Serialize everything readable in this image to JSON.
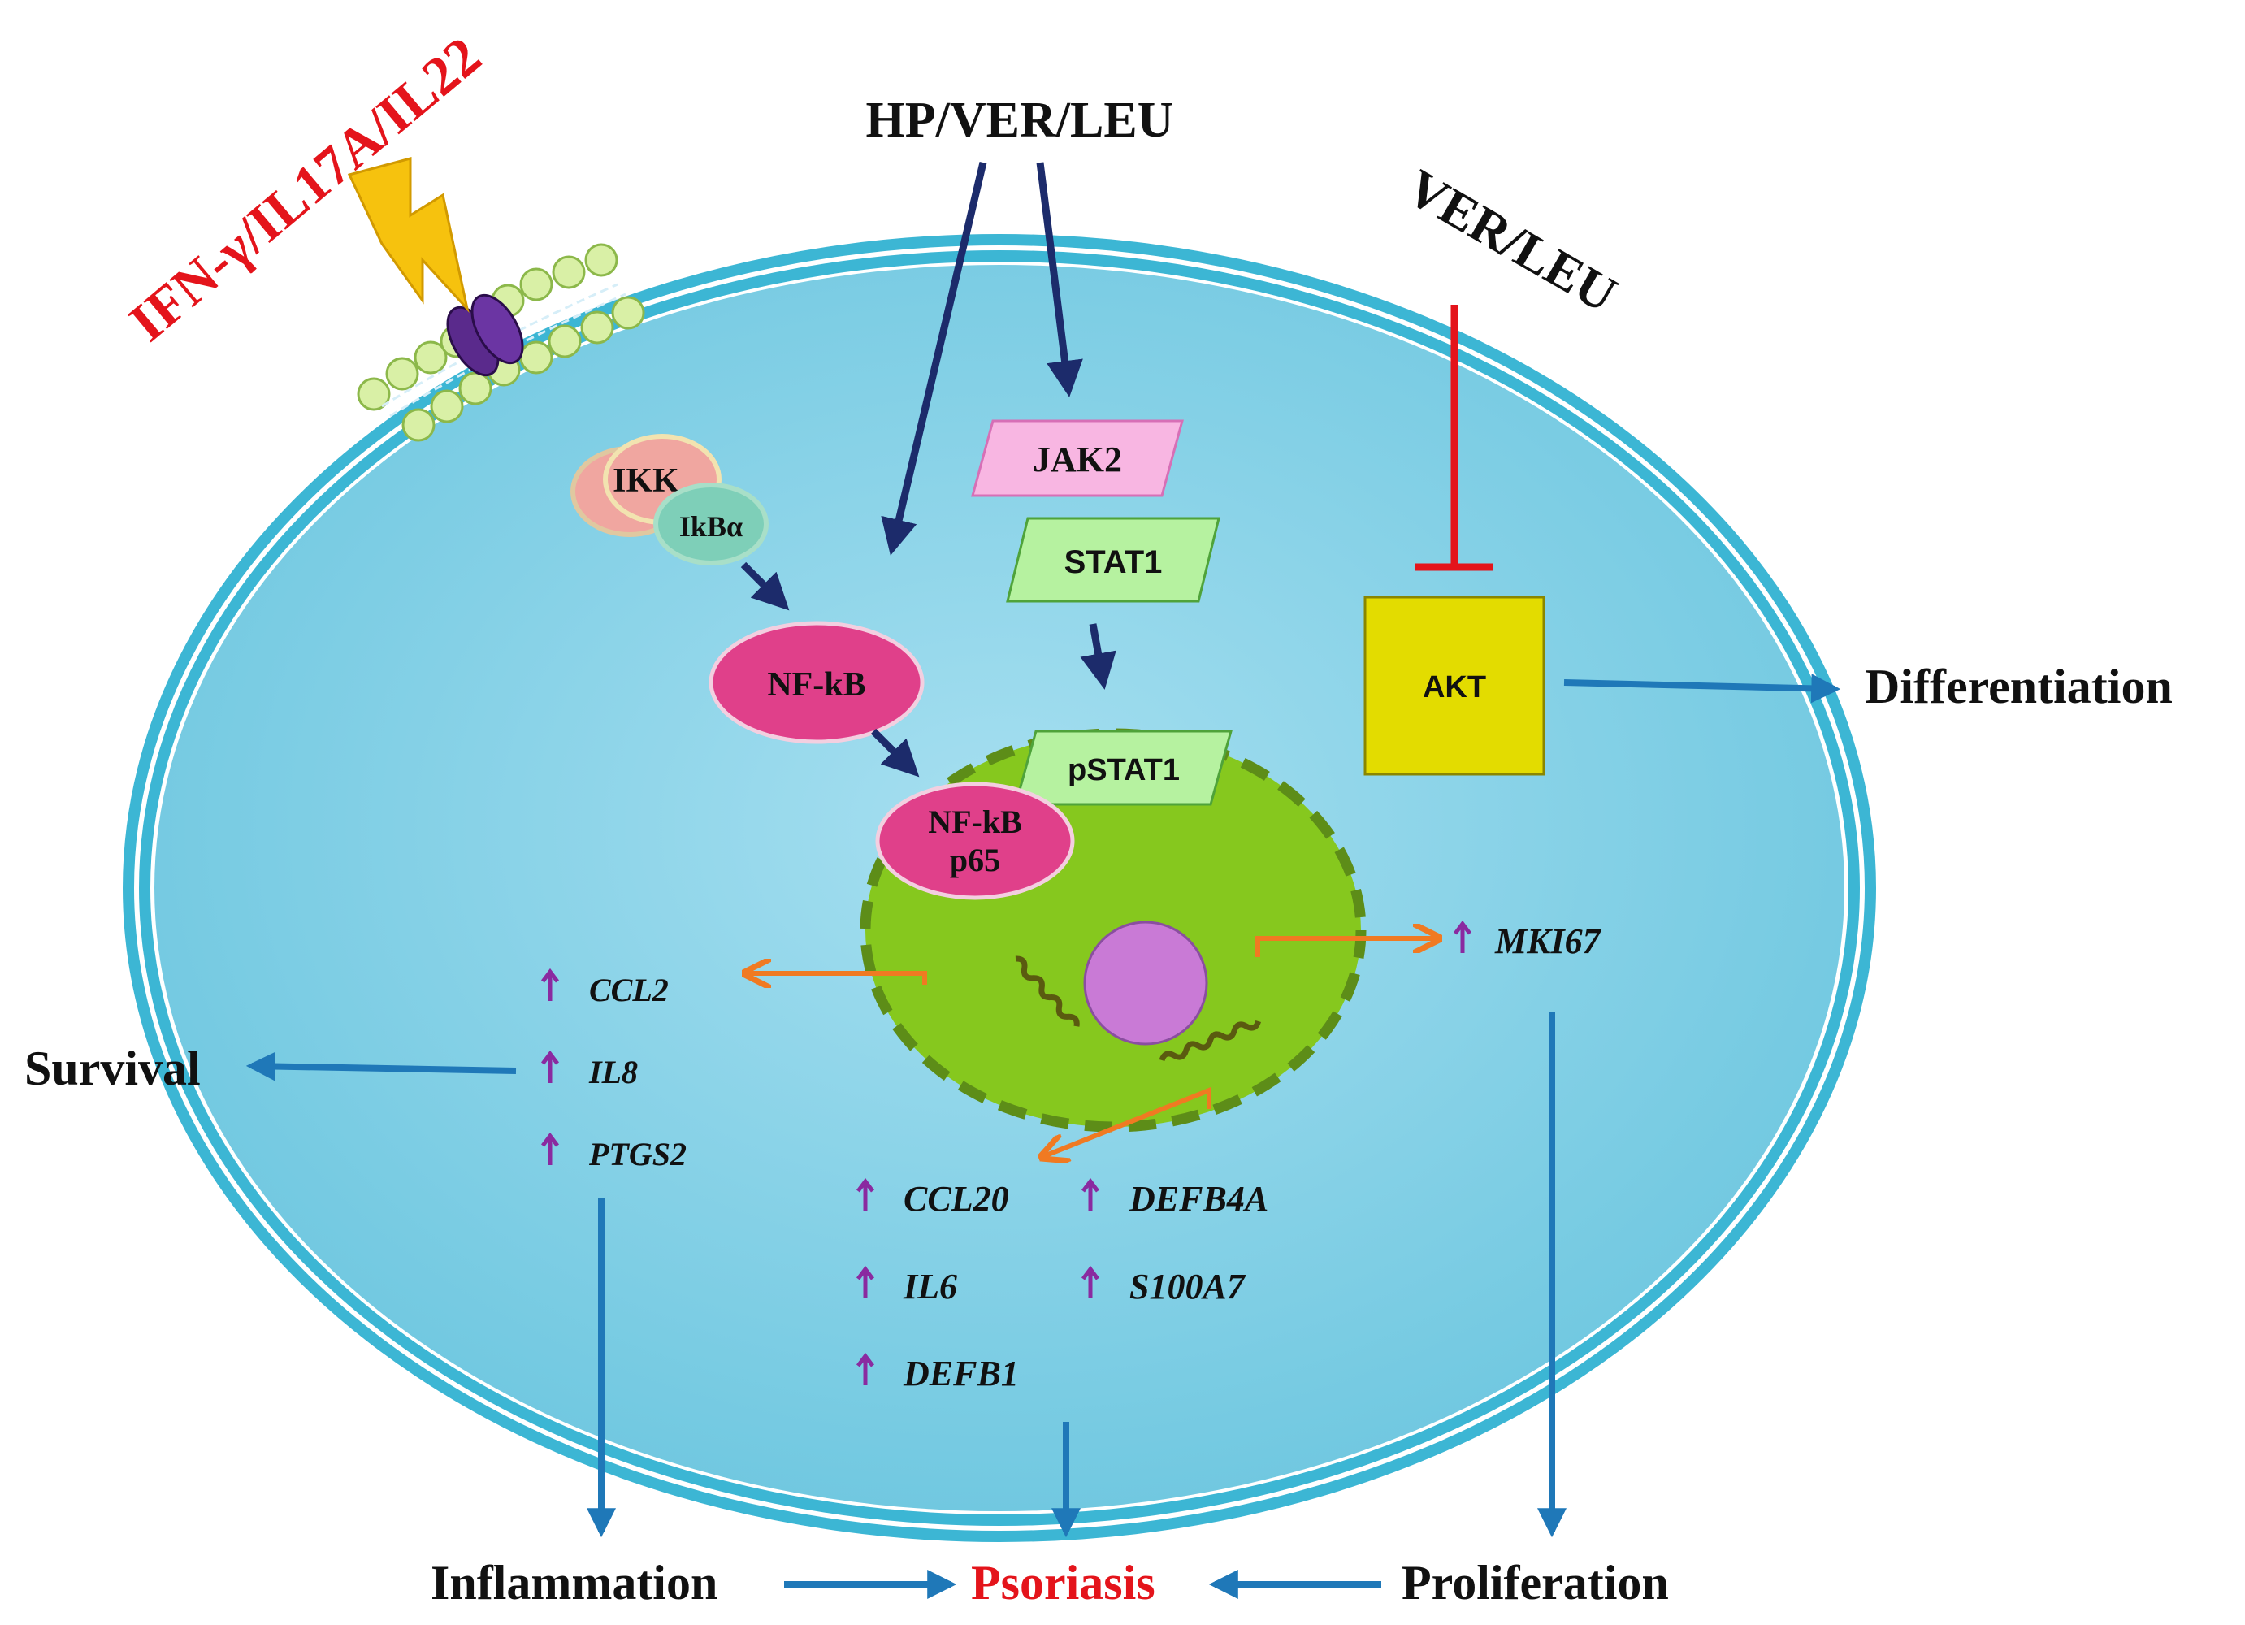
{
  "stimuli": {
    "cytokines": "IFN-γ/IL17A/IL22",
    "hp_ver_leu": "HP/VER/LEU",
    "ver_leu": "VER/LEU"
  },
  "cytoplasm": {
    "ikk": "IKK",
    "ikba": "IkBα",
    "nfkb": "NF-kB",
    "jak2": "JAK2",
    "stat1": "STAT1",
    "akt": "AKT"
  },
  "nucleus": {
    "pstat1": "pSTAT1",
    "nfkb_line1": "NF-kB",
    "nfkb_line2": "p65"
  },
  "genes": {
    "left": [
      "CCL2",
      "IL8",
      "PTGS2"
    ],
    "bottom_left": [
      "CCL20",
      "IL6",
      "DEFB1"
    ],
    "bottom_right": [
      "DEFB4A",
      "S100A7"
    ],
    "right": "MKI67"
  },
  "outcomes": {
    "differentiation": "Differentiation",
    "survival": "Survival",
    "inflammation": "Inflammation",
    "psoriasis": "Psoriasis",
    "proliferation": "Proliferation"
  },
  "colors": {
    "cell_fill": "#7ecfe4",
    "cell_border": "#3cb6d4",
    "nucleus_fill": "#86c81e",
    "nfkb_fill": "#e0408a",
    "jak2_fill": "#f8b6e2",
    "stat_fill": "#b6f2a0",
    "akt_fill": "#e3dc00",
    "dark_arrow": "#1c2b6b",
    "blue_arrow": "#1f78b8",
    "orange_arrow": "#f07a22",
    "inhibit_red": "#e4141b",
    "up_arrow": "#8a2aa0"
  }
}
